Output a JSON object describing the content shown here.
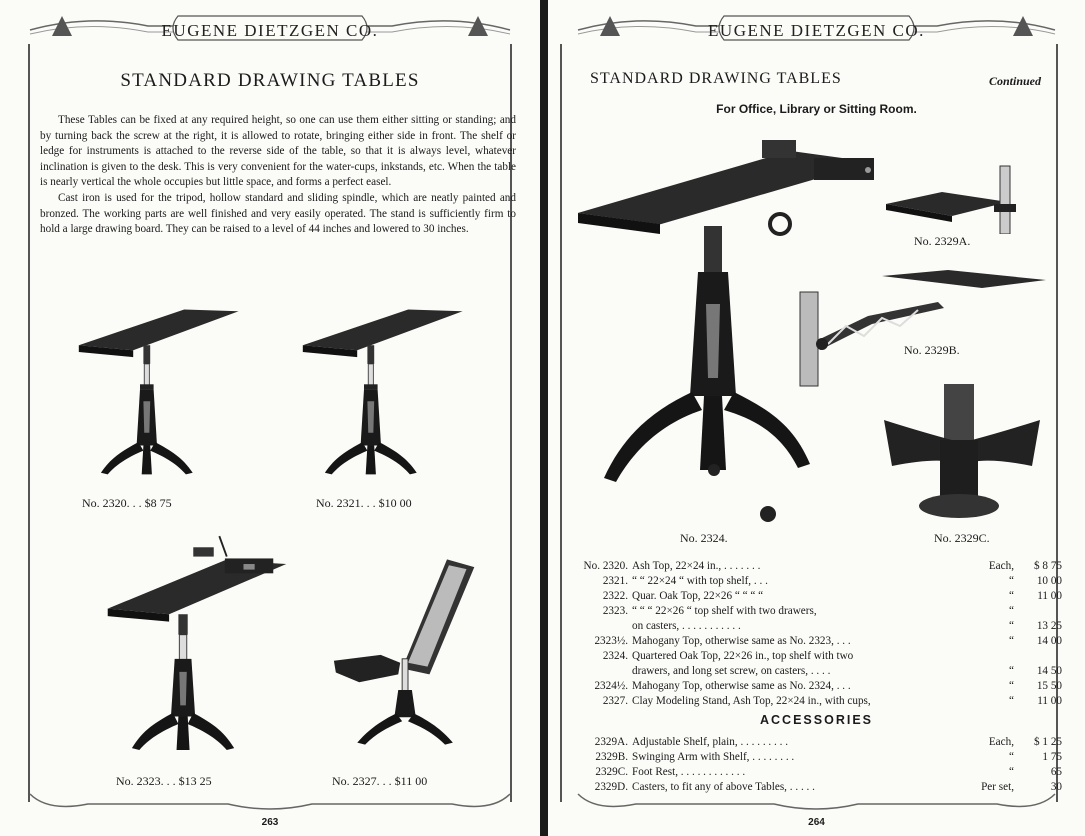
{
  "header_title": "EUGENE DIETZGEN CO.",
  "left": {
    "title": "STANDARD DRAWING TABLES",
    "intro": [
      "These Tables can be fixed at any required height, so one can use them either sitting or standing; and by turning back the screw at the right, it is allowed to rotate, bringing either side in front. The shelf or ledge for instruments is attached to the reverse side of the table, so that it is always level, whatever inclination is given to the desk. This is very convenient for the water-cups, inkstands, etc. When the table is nearly vertical the whole occupies but little space, and forms a perfect easel.",
      "Cast iron is used for the tripod, hollow standard and sliding spindle, which are neatly painted and bronzed. The working parts are well finished and very easily operated. The stand is sufficiently firm to hold a large drawing board. They can be raised to a level of 44 inches and lowered to 30 inches."
    ],
    "captions": {
      "t2320": "No. 2320.   .   .   $8 75",
      "t2321": "No. 2321.   .   .   $10 00",
      "t2323": "No. 2323.   .   .   $13 25",
      "t2327": "No. 2327.   .   .   $11 00"
    },
    "page_number": "263"
  },
  "right": {
    "title": "STANDARD DRAWING TABLES",
    "continued": "Continued",
    "subtitle": "For Office, Library or Sitting Room.",
    "captions": {
      "a": "No. 2329A.",
      "b": "No. 2329B.",
      "c": "No. 2329C.",
      "t2324": "No. 2324."
    },
    "price_list": [
      {
        "no": "No. 2320.",
        "desc": "Ash   Top,   22×24   in.,   .   .   .   .   .   .   .",
        "unit": "Each,",
        "price": "$ 8 75"
      },
      {
        "no": "2321.",
        "desc": "“        “          22×24    “  with top shelf,   .   .   .",
        "unit": "“",
        "price": "10 00"
      },
      {
        "no": "2322.",
        "desc": "Quar. Oak Top, 22×26    “       “       “       “",
        "unit": "“",
        "price": "11 00"
      },
      {
        "no": "2323.",
        "desc": "“      “      “  22×26    “   top shelf with two drawers,",
        "unit": "“",
        "price": ""
      },
      {
        "no": "",
        "desc": "on casters,   .   .   .   .   .   .   .   .   .   .   .",
        "unit": "“",
        "price": "13 25"
      },
      {
        "no": "2323½.",
        "desc": "Mahogany Top, otherwise same as No. 2323,   .   .   .",
        "unit": "“",
        "price": "14 00"
      },
      {
        "no": "2324.",
        "desc": "Quartered  Oak  Top, 22×26 in., top shelf with two",
        "unit": "",
        "price": ""
      },
      {
        "no": "",
        "desc": "drawers, and long set screw, on casters,   .   .   .   .",
        "unit": "“",
        "price": "14 50"
      },
      {
        "no": "2324½.",
        "desc": "Mahogany Top, otherwise same as No. 2324,   .   .   .",
        "unit": "“",
        "price": "15 50"
      },
      {
        "no": "2327.",
        "desc": "Clay Modeling Stand, Ash Top, 22×24 in., with cups,",
        "unit": "“",
        "price": "11 00"
      }
    ],
    "accessories_heading": "ACCESSORIES",
    "accessories": [
      {
        "no": "2329A.",
        "desc": "Adjustable Shelf, plain,   .   .   .   .   .   .   .   .   .",
        "unit": "Each,",
        "price": "$ 1 25"
      },
      {
        "no": "2329B.",
        "desc": "Swinging Arm with Shelf,   .   .   .   .   .   .   .   .",
        "unit": "“",
        "price": "1 75"
      },
      {
        "no": "2329C.",
        "desc": "Foot Rest,   .   .   .   .   .   .   .   .   .   .   .   .",
        "unit": "“",
        "price": "65"
      },
      {
        "no": "2329D.",
        "desc": "Casters, to fit any of above Tables,   .   .   .   .   .",
        "unit": "Per set,",
        "price": "30"
      }
    ],
    "page_number": "264"
  }
}
